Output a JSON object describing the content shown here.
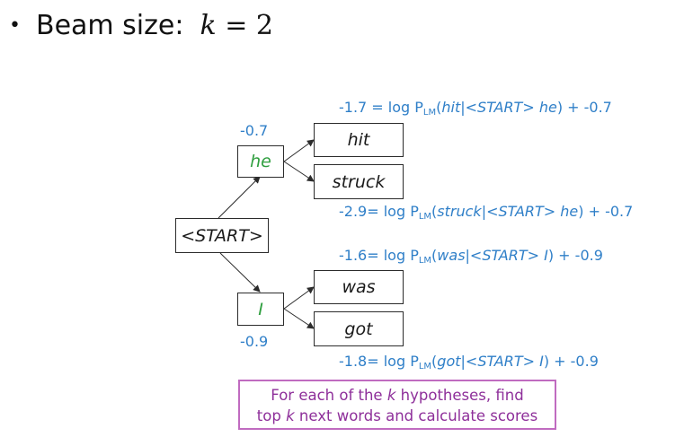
{
  "slide": {
    "bullet": "•",
    "title_prefix": "Beam size:",
    "title_var": "k",
    "title_eq": " = 2"
  },
  "tree": {
    "root": "<START>",
    "beam": [
      {
        "word": "he",
        "score": "-0.7"
      },
      {
        "word": "I",
        "score": "-0.9"
      }
    ],
    "children": [
      {
        "word": "hit",
        "formula": {
          "lhs": "-1.7 = log P",
          "sub": "LM",
          "open": "(",
          "word": "hit",
          "cond": "|<START> he",
          "tail": ") + -0.7"
        }
      },
      {
        "word": "struck",
        "formula": {
          "lhs": "-2.9= log P",
          "sub": "LM",
          "open": "(",
          "word": "struck",
          "cond": "|<START> he",
          "tail": ") + -0.7"
        }
      },
      {
        "word": "was",
        "formula": {
          "lhs": "-1.6= log P",
          "sub": "LM",
          "open": "(",
          "word": "was",
          "cond": "|<START> I",
          "tail": ") + -0.9"
        }
      },
      {
        "word": "got",
        "formula": {
          "lhs": "-1.8= log P",
          "sub": "LM",
          "open": "(",
          "word": "got",
          "cond": "|<START> I",
          "tail": ") + -0.9"
        }
      }
    ]
  },
  "note": {
    "line1_a": "For each of the ",
    "line1_k": "k",
    "line1_b": " hypotheses, find",
    "line2_a": "top ",
    "line2_k": "k",
    "line2_b": " next words and calculate scores"
  },
  "colors": {
    "beam_word": "#2e9e3e",
    "score": "#2f7fc8",
    "note_text": "#8e2f9a",
    "note_border": "#c06bc0"
  }
}
